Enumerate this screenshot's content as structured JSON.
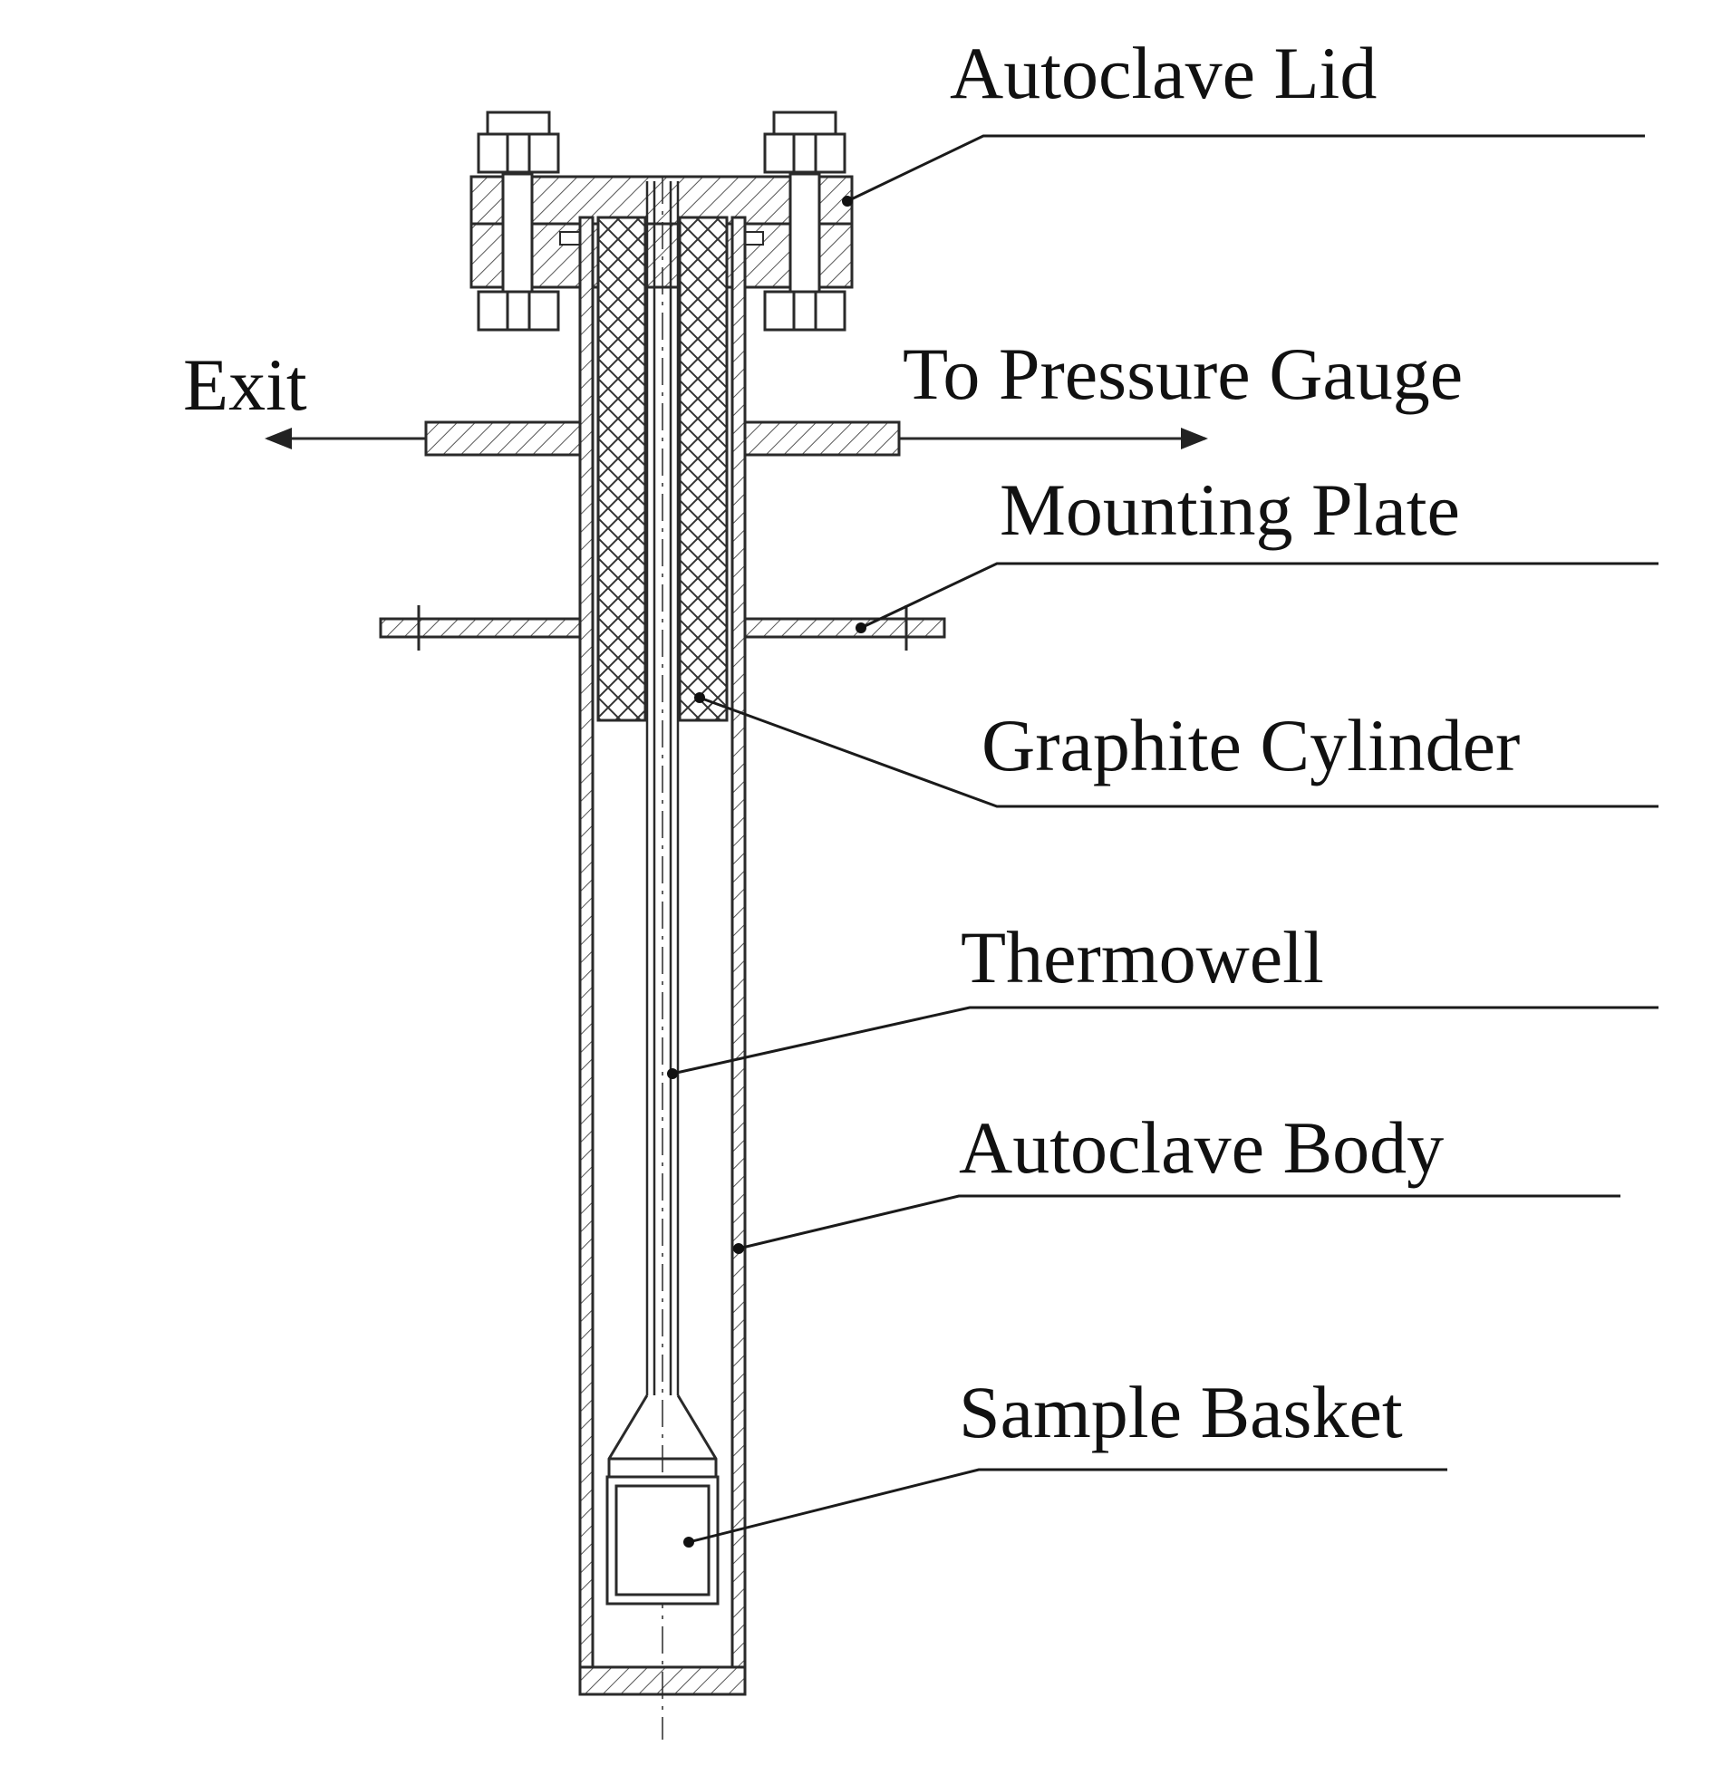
{
  "labels": {
    "autoclave_lid": "Autoclave Lid",
    "exit": "Exit",
    "to_pressure_gauge": "To Pressure Gauge",
    "mounting_plate": "Mounting Plate",
    "graphite_cylinder": "Graphite Cylinder",
    "thermowell": "Thermowell",
    "autoclave_body": "Autoclave Body",
    "sample_basket": "Sample Basket"
  },
  "colors": {
    "line": "#2a2a2a",
    "hatch": "#555555",
    "background": "#ffffff"
  }
}
